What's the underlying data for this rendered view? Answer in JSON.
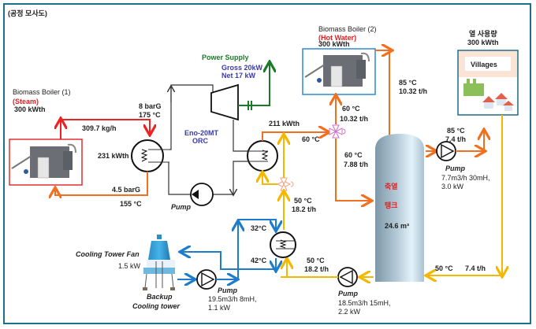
{
  "title": "(공정 모사도)",
  "colors": {
    "steam": "#ee2222",
    "condensate": "#f07020",
    "hot_water": "#f07020",
    "return_water": "#f5b800",
    "cooling": "#1e7ccc",
    "orc": "#333333",
    "power": "#1a7a2a",
    "frame": "#1f6e8c"
  },
  "boiler1": {
    "name": "Biomass Boiler (1)",
    "type": "(Steam)",
    "capacity": "300 kWth"
  },
  "boiler2": {
    "name": "Biomass Boiler (2)",
    "type": "(Hot Water)",
    "capacity": "300 kWth"
  },
  "steam_loop": {
    "flow": "309.7 kg/h",
    "pressure_in": "8 barG",
    "temp_in": "175 °C",
    "evaporator_duty": "231 kWth",
    "pressure_out": "4.5 barG",
    "temp_out": "155 °C"
  },
  "orc": {
    "name_line1": "Eno-20MT",
    "name_line2": "ORC",
    "pump_label": "Pump"
  },
  "power": {
    "title": "Power Supply",
    "gross": "Gross 20kW",
    "net": "Net 17 kW"
  },
  "condenser_hx": {
    "duty": "211 kWth",
    "outlet_temp": "60 °C"
  },
  "mixer_valve": {
    "temp": "50 °C",
    "flow": "18.2 t/h"
  },
  "boiler2_return": {
    "temp": "60 °C",
    "flow": "10.32 t/h"
  },
  "boiler2_supply": {
    "temp": "85 °C",
    "flow": "10.32 t/h"
  },
  "tank_inlet": {
    "temp": "60 °C",
    "flow": "7.88 t/h"
  },
  "tank": {
    "label_line1": "축열",
    "label_line2": "탱크",
    "volume": "24.6 m³"
  },
  "village_supply": {
    "temp": "85 °C",
    "flow": "7.4 t/h",
    "pump_label": "Pump",
    "pump_spec1": "7.7m3/h 30mH,",
    "pump_spec2": "3.0 kW"
  },
  "heat_demand": {
    "title": "열 사용량",
    "capacity": "300 kWth",
    "label": "Villages"
  },
  "village_return": {
    "temp": "50 °C",
    "flow": "7.4 t/h"
  },
  "return_pump": {
    "temp": "50 °C",
    "flow": "18.2 t/h",
    "label": "Pump",
    "spec1": "18.5m3/h 15mH,",
    "spec2": "2.2 kW"
  },
  "cooling": {
    "temp_in": "32°C",
    "temp_out": "42°C",
    "fan_label": "Cooling Tower Fan",
    "fan_power": "1.5 kW",
    "tower_line1": "Backup",
    "tower_line2": "Cooling tower",
    "pump_label": "Pump",
    "pump_spec1": "19.5m3/h 8mH,",
    "pump_spec2": "1.1 kW"
  }
}
